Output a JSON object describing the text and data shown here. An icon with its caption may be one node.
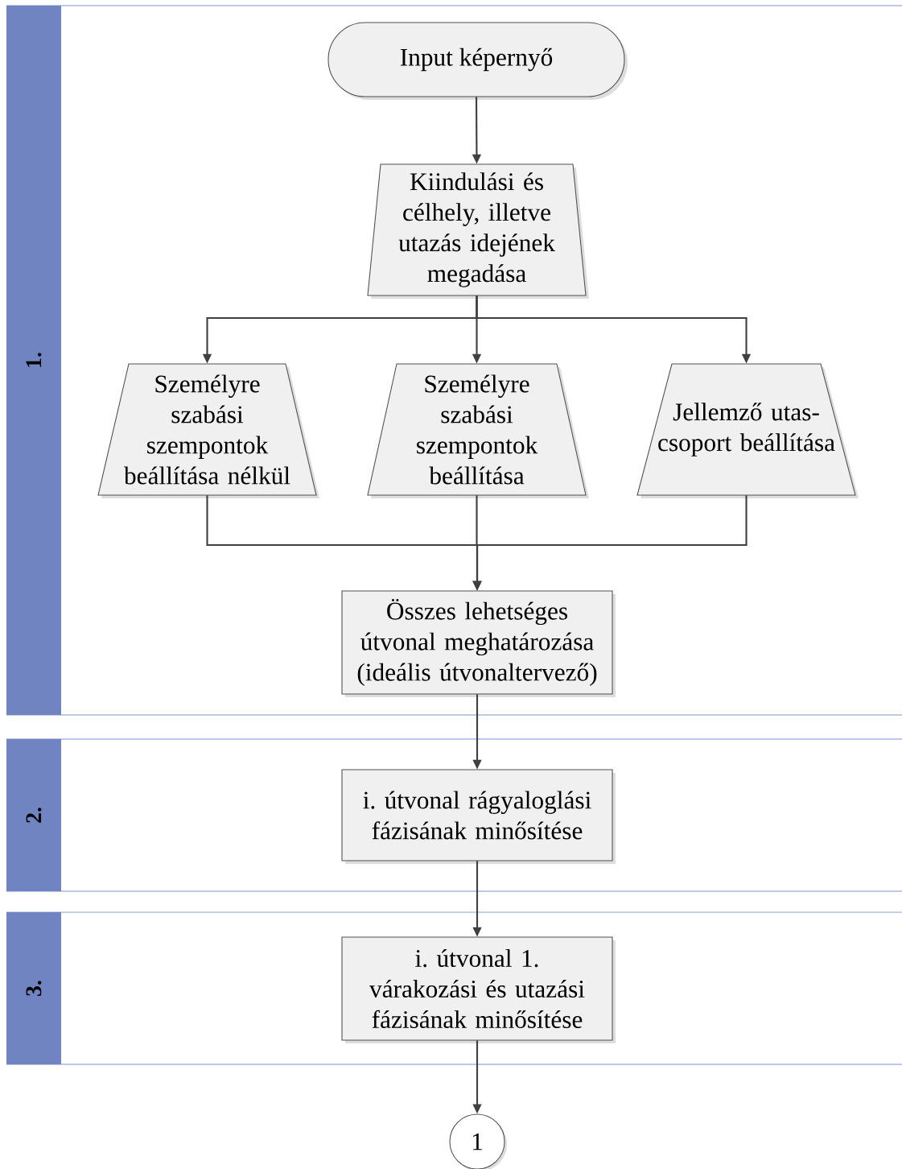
{
  "diagram": {
    "nodes": [
      {
        "text": [
          "1."
        ]
      },
      {
        "text": [
          "Input képernyő"
        ],
        "in": 0
      },
      {
        "text": [
          "Kiindulási és célhely, illetve utazás idejének megadása"
        ],
        "in": 0
      },
      {
        "text": [
          "Személyre szabási szempontok beállítása nélkül"
        ],
        "in": 0
      },
      {
        "text": [
          "Személyre szabási szempontok beállítása"
        ],
        "in": 0
      },
      {
        "text": [
          "Jellemző utas-csoport beállítása"
        ],
        "in": 0
      },
      {
        "text": [
          "Összes lehetséges útvonal meghatározása (ideális útvonaltervező)"
        ],
        "in": 0
      },
      {
        "text": [
          "2."
        ]
      },
      {
        "text": [
          "i. útvonal rágyaloglási fázisának minősítése"
        ],
        "in": 7
      },
      {
        "text": [
          "3."
        ]
      },
      {
        "text": [
          "i. útvonal 1. várakozási és utazási fázisának minősítése"
        ],
        "in": 9
      },
      {
        "text": [
          "1"
        ]
      }
    ],
    "edges": [
      {
        "from": 1,
        "to": 2,
        "arrow": "to"
      },
      {
        "from": 2,
        "to": 3,
        "arrow": "to"
      },
      {
        "from": 2,
        "to": 4,
        "arrow": "to"
      },
      {
        "from": 2,
        "to": 5,
        "arrow": "to"
      },
      {
        "from": 3,
        "to": 6,
        "arrow": "to"
      },
      {
        "from": 4,
        "to": 6,
        "arrow": "to"
      },
      {
        "from": 5,
        "to": 6,
        "arrow": "to"
      },
      {
        "from": 6,
        "to": 8,
        "arrow": "to"
      },
      {
        "from": 8,
        "to": 10,
        "arrow": "to"
      },
      {
        "from": 10,
        "to": 11,
        "arrow": "to"
      }
    ]
  }
}
